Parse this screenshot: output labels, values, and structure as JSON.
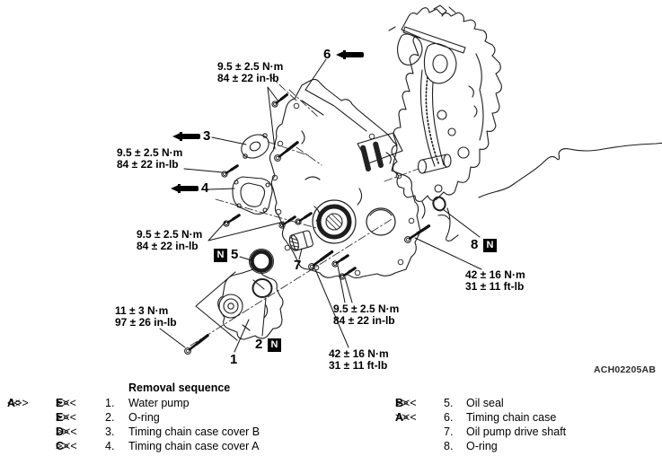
{
  "diagram": {
    "figure_code": "ACH02205AB",
    "lubricant_symbol": "N",
    "torques": {
      "top": {
        "metric": "9.5 ± 2.5 N·m",
        "imperial": "84 ± 22 in-lb"
      },
      "upper_left": {
        "metric": "9.5 ± 2.5 N·m",
        "imperial": "84 ± 22 in-lb"
      },
      "mid_left": {
        "metric": "9.5 ± 2.5 N·m",
        "imperial": "84 ± 22 in-lb"
      },
      "water_pump": {
        "metric": "11 ± 3 N·m",
        "imperial": "97 ± 26 in-lb"
      },
      "mid_right": {
        "metric": "9.5 ± 2.5 N·m",
        "imperial": "84 ± 22 in-lb"
      },
      "bottom_center": {
        "metric": "42 ± 16 N·m",
        "imperial": "31 ± 11 ft-lb"
      },
      "right": {
        "metric": "42 ± 16 N·m",
        "imperial": "31 ± 11 ft-lb"
      }
    },
    "callouts": {
      "c1": "1",
      "c2": "2",
      "c3": "3",
      "c4": "4",
      "c5": "5",
      "c6": "6",
      "c7": "7",
      "c8": "8"
    }
  },
  "legend": {
    "title": "Removal sequence",
    "left": [
      {
        "pre_open": "<<",
        "pre_letter": "A",
        "pre_close": ">>",
        "m_open": ">>",
        "m_letter": "E",
        "m_close": "<<",
        "num": "1.",
        "name": "Water pump"
      },
      {
        "pre_open": "",
        "pre_letter": "",
        "pre_close": "",
        "m_open": ">>",
        "m_letter": "E",
        "m_close": "<<",
        "num": "2.",
        "name": "O-ring"
      },
      {
        "pre_open": "",
        "pre_letter": "",
        "pre_close": "",
        "m_open": ">>",
        "m_letter": "D",
        "m_close": "<<",
        "num": "3.",
        "name": "Timing chain case cover B"
      },
      {
        "pre_open": "",
        "pre_letter": "",
        "pre_close": "",
        "m_open": ">>",
        "m_letter": "C",
        "m_close": "<<",
        "num": "4.",
        "name": "Timing chain case cover A"
      }
    ],
    "right": [
      {
        "m_open": ">>",
        "m_letter": "B",
        "m_close": "<<",
        "num": "5.",
        "name": "Oil seal"
      },
      {
        "m_open": ">>",
        "m_letter": "A",
        "m_close": "<<",
        "num": "6.",
        "name": "Timing chain case"
      },
      {
        "m_open": "",
        "m_letter": "",
        "m_close": "",
        "num": "7.",
        "name": "Oil pump drive shaft"
      },
      {
        "m_open": "",
        "m_letter": "",
        "m_close": "",
        "num": "8.",
        "name": "O-ring"
      }
    ]
  }
}
